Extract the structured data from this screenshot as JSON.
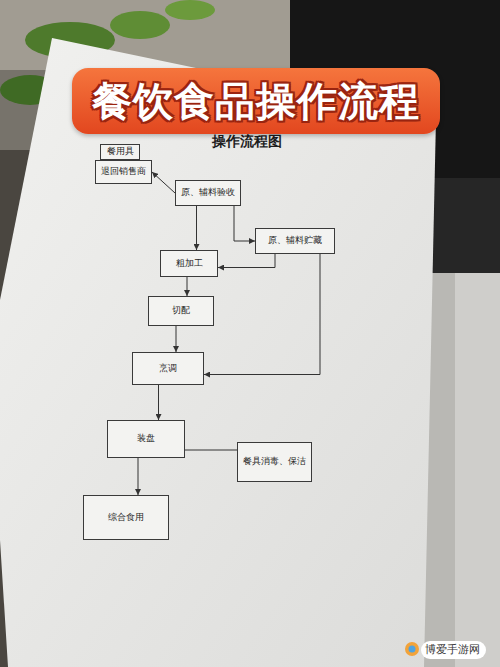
{
  "diagram": {
    "title": "餐饮食品操作流程",
    "nodes": [
      {
        "text": [
          "餐用具"
        ]
      },
      {
        "text": [
          "退回销售商"
        ]
      },
      {
        "text": [
          "原、辅料验收"
        ]
      },
      {
        "text": [
          "原、辅料贮藏"
        ]
      },
      {
        "text": [
          "粗加工"
        ]
      },
      {
        "text": [
          "切配"
        ]
      },
      {
        "text": [
          "烹调"
        ]
      },
      {
        "text": [
          "装盘"
        ]
      },
      {
        "text": [
          "餐具消毒、保洁"
        ]
      },
      {
        "text": [
          "综合食用"
        ]
      }
    ],
    "edges": [
      {
        "from": 2,
        "to": 1,
        "arrow": "to"
      },
      {
        "from": 2,
        "to": 4,
        "arrow": "to"
      },
      {
        "from": 2,
        "to": 3,
        "arrow": "to"
      },
      {
        "from": 3,
        "to": 4,
        "arrow": "to"
      },
      {
        "from": 4,
        "to": 5,
        "arrow": "to"
      },
      {
        "from": 5,
        "to": 6,
        "arrow": "to"
      },
      {
        "from": 3,
        "to": 6,
        "arrow": "to"
      },
      {
        "from": 6,
        "to": 7,
        "arrow": "to"
      },
      {
        "from": 8,
        "to": 7,
        "arrow": "none"
      },
      {
        "from": 7,
        "to": 9,
        "arrow": "to"
      }
    ],
    "labels": [
      "操作流程图",
      "博爱手游网"
    ]
  }
}
